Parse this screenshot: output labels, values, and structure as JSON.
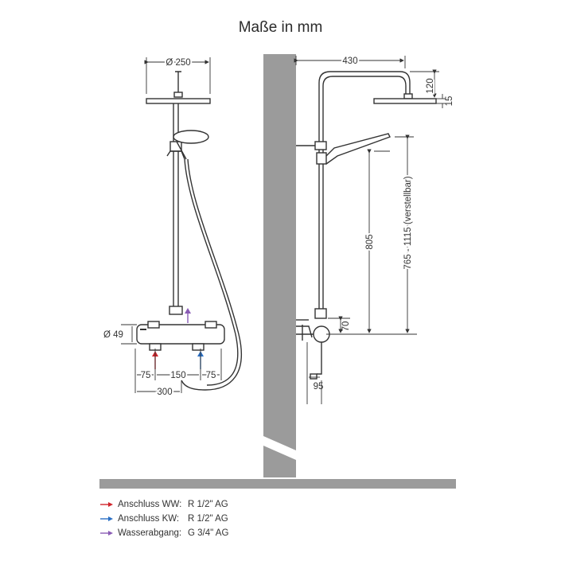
{
  "title": "Maße in mm",
  "dims": {
    "d250": "Ø 250",
    "d49": "Ø 49",
    "w75a": "75",
    "w150": "150",
    "w75b": "75",
    "w300": "300",
    "w430": "430",
    "h120": "120",
    "h15": "15",
    "h805": "805",
    "h765": "765 - 1115 (verstellbar)",
    "h70": "70",
    "w95": "95"
  },
  "legend": [
    {
      "color": "#d0242b",
      "label": "Anschluss WW:",
      "value": "R 1/2\" AG"
    },
    {
      "color": "#2a6fc4",
      "label": "Anschluss KW:",
      "value": "R 1/2\" AG"
    },
    {
      "color": "#8a5cb5",
      "label": "Wasserabgang:",
      "value": "G 3/4\" AG"
    }
  ],
  "colors": {
    "wall": "#9b9b9b",
    "line": "#333333"
  }
}
